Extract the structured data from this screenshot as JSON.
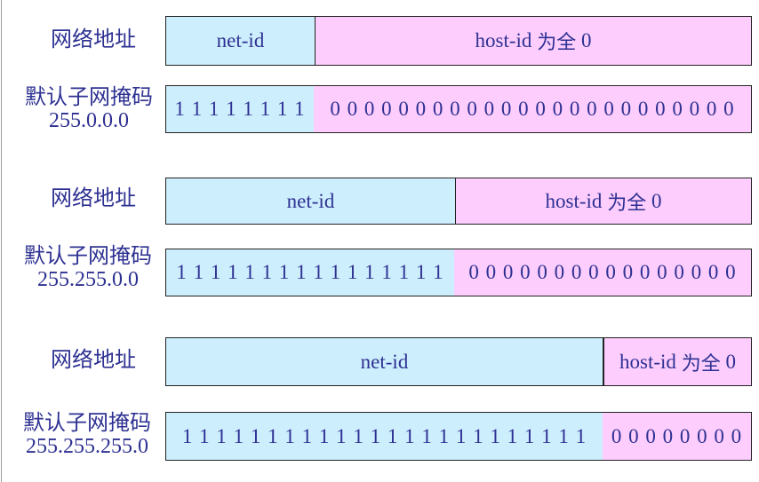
{
  "sections": [
    {
      "address_label": "网络地址",
      "mask_label": "默认子网掩码",
      "mask_value": "255.0.0.0",
      "net_id": "net-id",
      "host_id_prefix": "host-id",
      "host_id_suffix": "为全",
      "host_id_zero": "0",
      "mask_ones": "1 1 1 1 1 1 1 1",
      "mask_zeros": "0 0 0 0 0 0 0 0 0 0 0 0 0 0 0 0 0 0 0 0 0 0 0 0"
    },
    {
      "address_label": "网络地址",
      "mask_label": "默认子网掩码",
      "mask_value": "255.255.0.0",
      "net_id": "net-id",
      "host_id_prefix": "host-id",
      "host_id_suffix": "为全",
      "host_id_zero": "0",
      "mask_ones": "1 1 1 1 1 1 1 1 1 1 1 1 1 1 1 1",
      "mask_zeros": "0 0 0 0 0 0 0 0 0 0 0 0 0 0 0 0"
    },
    {
      "address_label": "网络地址",
      "mask_label": "默认子网掩码",
      "mask_value": "255.255.255.0",
      "net_id": "net-id",
      "host_id_prefix": "host-id",
      "host_id_suffix": "为全",
      "host_id_zero": "0",
      "mask_ones": "1 1 1 1 1 1 1 1 1 1 1 1 1 1 1 1 1 1 1 1 1 1 1 1",
      "mask_zeros": "0 0 0 0 0 0 0 0"
    }
  ],
  "colors": {
    "text": "#2e3192",
    "net_fill": "#cdeefd",
    "host_fill": "#fdcdfd",
    "border": "#222222"
  }
}
